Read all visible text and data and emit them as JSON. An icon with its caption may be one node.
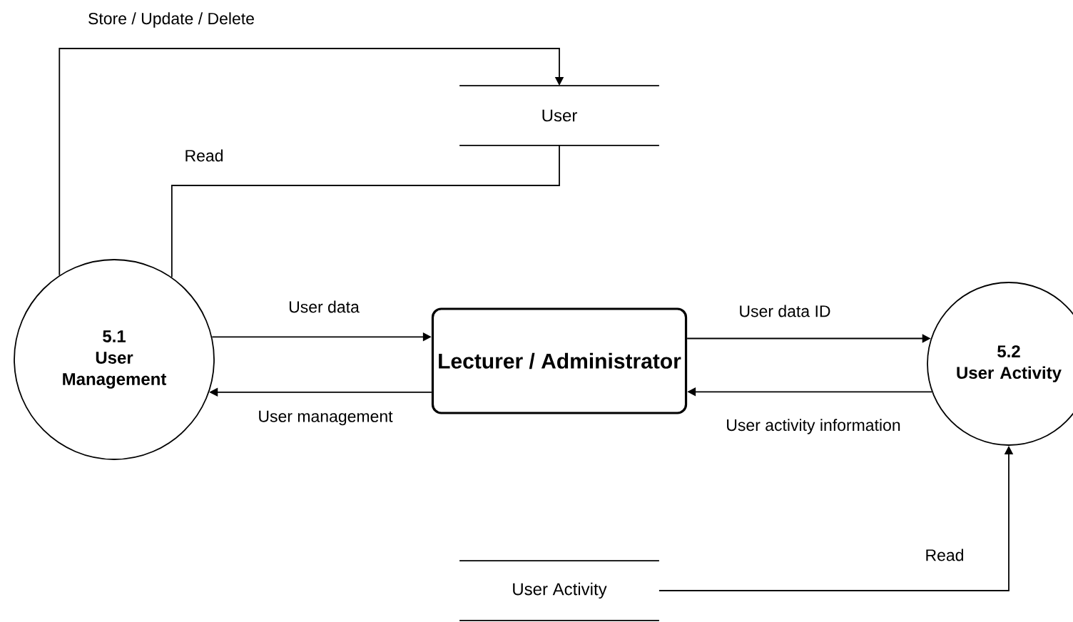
{
  "diagram": {
    "nodes": [
      {
        "text": [
          "User"
        ]
      },
      {
        "text": [
          "5.1",
          "User Management"
        ]
      },
      {
        "text": [
          "Lecturer / Administrator"
        ]
      },
      {
        "text": [
          "5.2",
          "User Activity"
        ]
      },
      {
        "text": [
          "User Activity"
        ]
      }
    ],
    "edges": [
      {
        "from": 1,
        "to": 0,
        "arrow": "to",
        "label": "Store / Update / Delete"
      },
      {
        "from": 0,
        "to": 1,
        "arrow": "none",
        "label": "Read"
      },
      {
        "from": 1,
        "to": 2,
        "arrow": "to",
        "label": "User data"
      },
      {
        "from": 2,
        "to": 1,
        "arrow": "to",
        "label": "User management"
      },
      {
        "from": 2,
        "to": 3,
        "arrow": "to",
        "label": "User data ID"
      },
      {
        "from": 3,
        "to": 2,
        "arrow": "to",
        "label": "User activity information"
      },
      {
        "from": 4,
        "to": 3,
        "arrow": "to",
        "label": "Read"
      }
    ]
  }
}
